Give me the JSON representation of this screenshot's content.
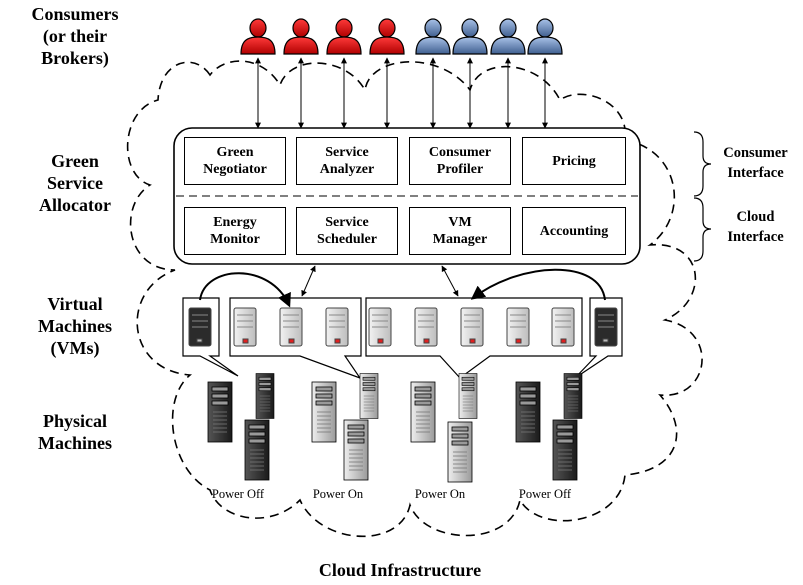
{
  "layers": {
    "consumers": "Consumers\n(or their\nBrokers)",
    "allocator": "Green\nService\nAllocator",
    "vms": "Virtual\nMachines\n(VMs)",
    "pms": "Physical\nMachines"
  },
  "consumer_interface_row": [
    {
      "key": "green_negotiator",
      "label": "Green\nNegotiator"
    },
    {
      "key": "service_analyzer",
      "label": "Service\nAnalyzer"
    },
    {
      "key": "consumer_profiler",
      "label": "Consumer\nProfiler"
    },
    {
      "key": "pricing",
      "label": "Pricing"
    }
  ],
  "cloud_interface_row": [
    {
      "key": "energy_monitor",
      "label": "Energy\nMonitor"
    },
    {
      "key": "service_scheduler",
      "label": "Service\nScheduler"
    },
    {
      "key": "vm_manager",
      "label": "VM\nManager"
    },
    {
      "key": "accounting",
      "label": "Accounting"
    }
  ],
  "interfaces": {
    "consumer": "Consumer\nInterface",
    "cloud": "Cloud\nInterface"
  },
  "physical_machine_groups": [
    {
      "status": "Power Off"
    },
    {
      "status": "Power On"
    },
    {
      "status": "Power On"
    },
    {
      "status": "Power Off"
    }
  ],
  "footer": "Cloud Infrastructure",
  "consumer_icons": {
    "red": {
      "count": 4,
      "color": "#e00000"
    },
    "blue": {
      "count": 4,
      "color": "#6f8fbf"
    }
  },
  "colors": {
    "vm_off": "#333333",
    "vm_on": "#d9d9d9",
    "indicator": "#e02020"
  }
}
